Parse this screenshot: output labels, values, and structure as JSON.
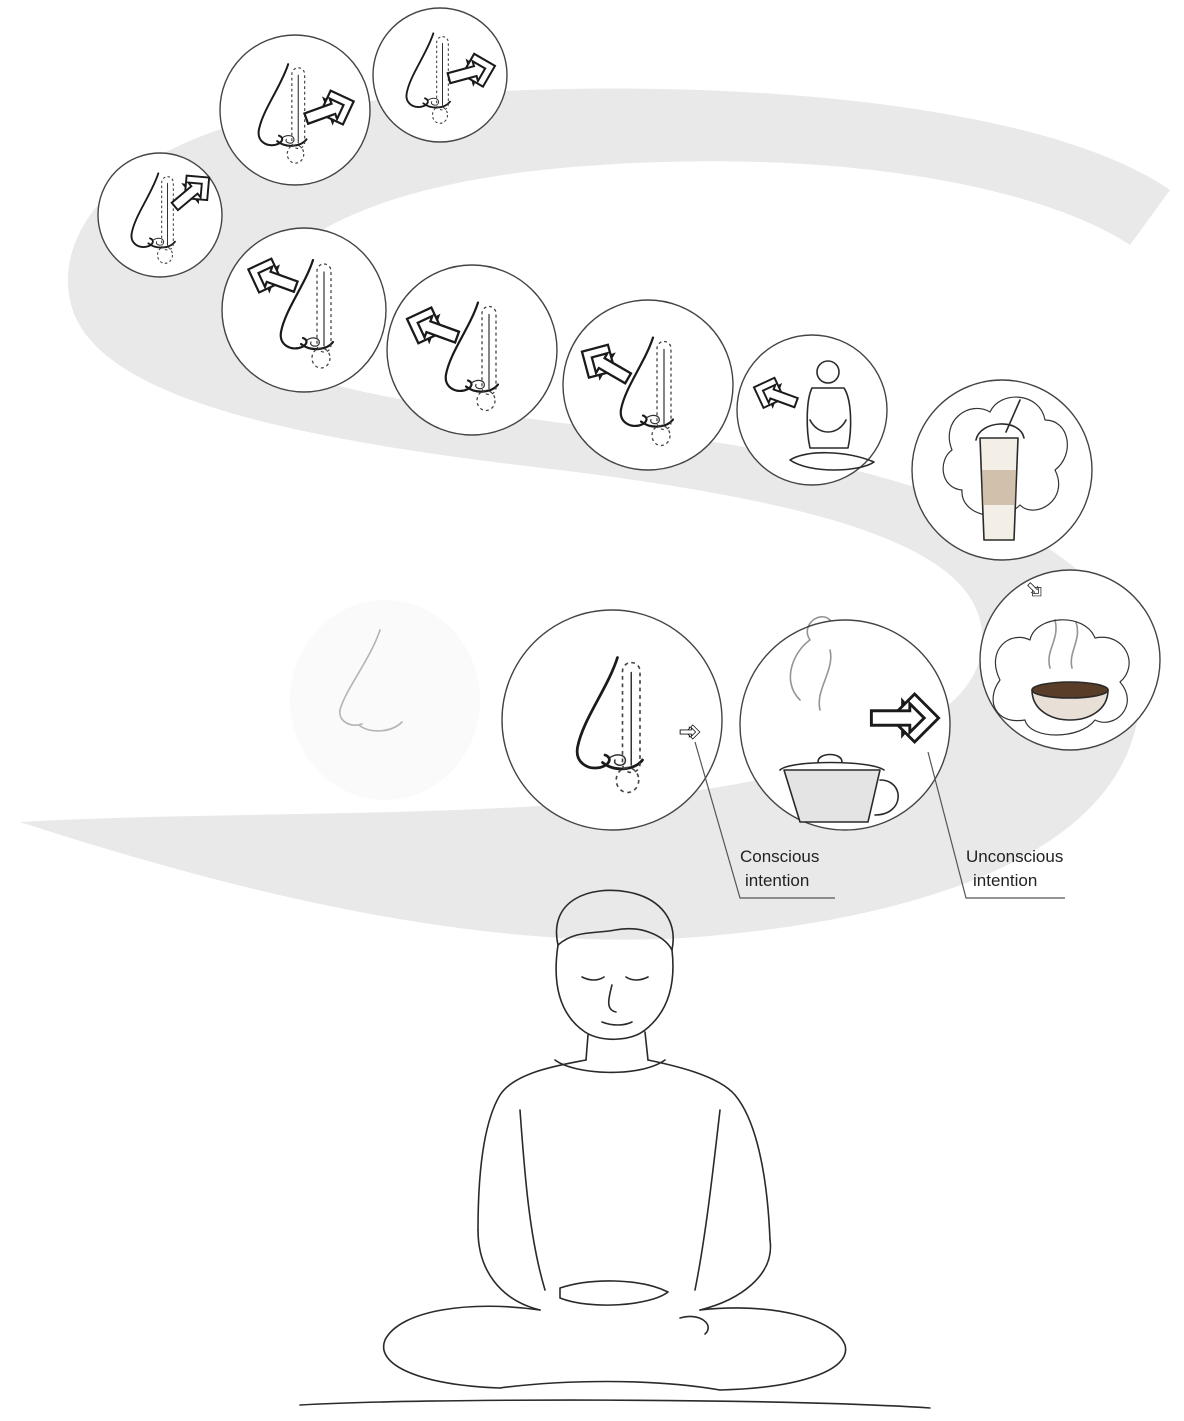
{
  "labels": {
    "conscious_line1": "Conscious",
    "conscious_line2": "intention",
    "unconscious_line1": "Unconscious",
    "unconscious_line2": "intention"
  },
  "colors": {
    "background": "#ffffff",
    "spiral_band": "#e9e9e9",
    "ink": "#1a1a1a",
    "bubble_outline": "#444444"
  },
  "icons": {
    "nose_breath": "nose-breath-icon",
    "intention_arrow": "intention-arrow-icon",
    "meditating_person": "meditating-person-icon",
    "iced_coffee": "iced-coffee-icon",
    "coffee_cup": "coffee-cup-icon",
    "steaming_kettle": "steaming-kettle-icon"
  }
}
